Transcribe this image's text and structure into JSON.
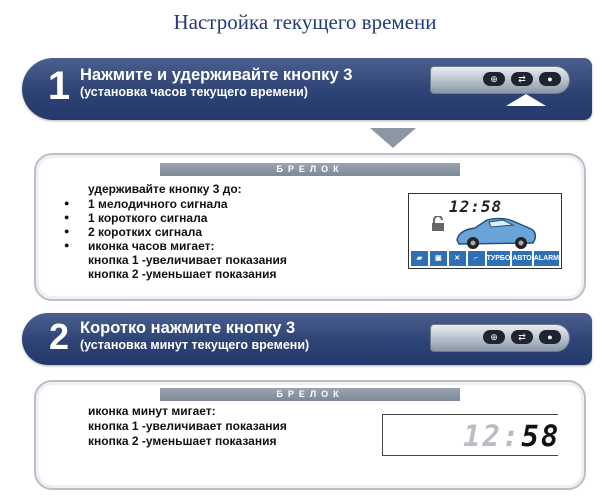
{
  "title": "Настройка текущего времени",
  "step1": {
    "number": "1",
    "heading": "Нажмите и удерживайте кнопку 3",
    "subheading": "(установка часов текущего времени)"
  },
  "panel1": {
    "tag": "БРЕЛОК",
    "intro": "удерживайте кнопку 3 до:",
    "bullets": [
      "1 мелодичного сигнала",
      "1 короткого сигнала",
      "2 коротких сигнала",
      "иконка часов мигает:"
    ],
    "button1": "кнопка 1 -увеличивает показания",
    "button2": "кнопка 2 -уменьшает показания",
    "display_time": "12:58",
    "display_icons": [
      "ТУРБО",
      "АВТО",
      "ALARM"
    ]
  },
  "step2": {
    "number": "2",
    "heading": "Коротко нажмите кнопку 3",
    "subheading": "(установка минут текущего времени)"
  },
  "panel2": {
    "tag": "БРЕЛОК",
    "intro": "иконка минут мигает:",
    "button1": "кнопка 1 -увеличивает показания",
    "button2": "кнопка 2 -уменьшает показания",
    "display_hours": "12:",
    "display_minutes": "58"
  },
  "colors": {
    "banner": "#2e4375",
    "title": "#243a7a",
    "lcd_icons": "#2f6fb5"
  }
}
